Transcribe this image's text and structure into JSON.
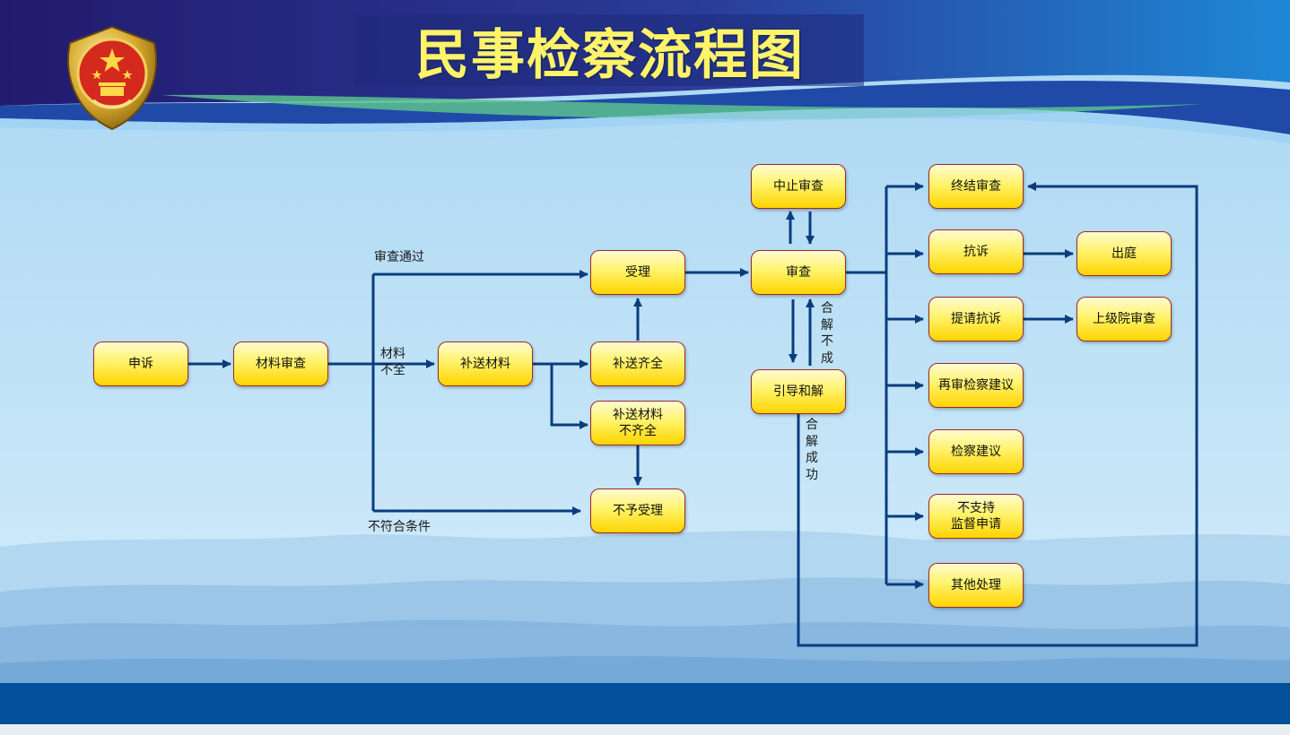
{
  "title": "民事检察流程图",
  "nodes": {
    "shensu": "申诉",
    "cailiao_shencha": "材料审查",
    "busong_cailiao": "补送材料",
    "shouli": "受理",
    "busong_qiquan": "补送齐全",
    "busong_buqiquan": "补送材料\n不齐全",
    "buyu_shouli": "不予受理",
    "shencha": "审查",
    "zhongzhi_shencha": "中止审查",
    "yindao_hejie": "引导和解",
    "zhongjie_shencha": "终结审查",
    "kangsu": "抗诉",
    "chuting": "出庭",
    "tiqing_kangsu": "提请抗诉",
    "shangjiyuan_shencha": "上级院审查",
    "zaishen_jiancha_jianyi": "再审检察建议",
    "jiancha_jianyi": "检察建议",
    "buzhichi": "不支持\n监督申请",
    "qita_chuli": "其他处理"
  },
  "edge_labels": {
    "shencha_tongguo": "审查通过",
    "cailiao_buquan": "材料\n不全",
    "bufuhe_tiaojian": "不符合条件",
    "hejie_bucheng": "合\n解\n不\n成",
    "hejie_chenggong": "合\n解\n成\n功"
  },
  "colors": {
    "arrow": "#0a3d7e",
    "node_border": "#9b2a2a",
    "node_fill_top": "#fffbd0",
    "node_fill_bottom": "#ffd400",
    "title_text": "#fff36a",
    "header_dark": "#1f1f73",
    "footer": "#05509b"
  }
}
